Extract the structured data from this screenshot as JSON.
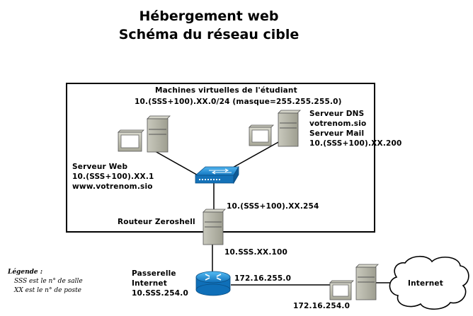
{
  "title": {
    "line1": "Hébergement web",
    "line2": "Schéma du réseau cible"
  },
  "vm_box": {
    "title": "Machines virtuelles de l'étudiant",
    "subnet": "10.(SSS+100).XX.0/24 (masque=255.255.255.0)"
  },
  "web_server": {
    "line1": "Serveur Web",
    "line2": "10.(SSS+100).XX.1",
    "line3": "www.votrenom.sio"
  },
  "dns_server": {
    "line1": "Serveur DNS",
    "line2": "votrenom.sio",
    "line3": "Serveur Mail",
    "line4": "10.(SSS+100).XX.200"
  },
  "router_zeroshell": {
    "label": "Routeur Zeroshell",
    "ip_inside": "10.(SSS+100).XX.254",
    "ip_outside": "10.SSS.XX.100"
  },
  "gateway": {
    "line1": "Passerelle",
    "line2": "Internet",
    "ip": "10.SSS.254.0",
    "ip_wan": "172.16.255.0"
  },
  "internet_host": {
    "ip": "172.16.254.0"
  },
  "cloud": {
    "label": "Internet"
  },
  "legend": {
    "title": "Légende :",
    "line1": "SSS est le n° de salle",
    "line2": "XX est le n° de poste"
  },
  "colors": {
    "switch_blue": "#1e8fd6",
    "router_blue": "#1a8fd8",
    "tower_gray": "#b9b9ab"
  }
}
